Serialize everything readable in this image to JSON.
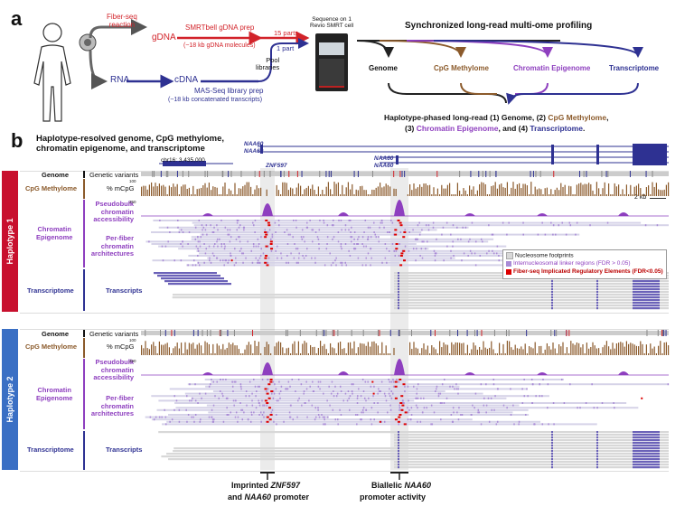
{
  "panel_a": {
    "letter": "a",
    "fiberseq": "Fiber-seq\nreaction",
    "gdna": "gDNA",
    "smrtbell": "SMRTbell gDNA prep",
    "smrtbell_sub": "(~18 kb gDNA molecules)",
    "parts15": "15 parts",
    "part1": "1 part",
    "rna": "RNA",
    "cdna": "cDNA",
    "pool": "Pool\nlibraries",
    "masseq": "MAS-Seq library prep",
    "masseq_sub": "(~18 kb concatenated transcripts)",
    "sequence": "Sequence on 1\nRevio SMRT cell",
    "sync_title": "Synchronized long-read multi-ome profiling",
    "outputs": [
      "Genome",
      "CpG Methylome",
      "Chromatin Epigenome",
      "Transcriptome"
    ],
    "summary_1": "Haplotype-phased long-read (1) Genome, (2) ",
    "summary_cpg": "CpG Methylome",
    "summary_2": ",",
    "summary_3": "(3) ",
    "summary_chrom": "Chromatin Epigenome",
    "summary_4": ", and (4) ",
    "summary_tx": "Transcriptome",
    "summary_end": "."
  },
  "panel_b": {
    "letter": "b",
    "title": "Haplotype-resolved genome, CpG methylome,\nchromatin epigenome, and transcriptome",
    "coord": "chr16: 3,435,000",
    "genes": [
      "NAA60",
      "NAA60",
      "ZNF597",
      "NAA60",
      "NAA60"
    ],
    "scale": "2 kb",
    "hap1": "Haplotype 1",
    "hap2": "Haplotype 2",
    "rows": {
      "genome": "Genome",
      "cpg": "CpG Methylome",
      "chrom": "Chromatin\nEpigenome",
      "tx": "Transcriptome"
    },
    "tracks": {
      "variants": "Genetic variants",
      "mcpg": "% mCpG",
      "pseudobulk": "Pseudobulk\nchromatin\naccessibility",
      "perfiber": "Per-fiber\nchromatin\narchitectures",
      "transcripts": "Transcripts"
    },
    "axis_100": "100",
    "axis_0": "0",
    "axis_250": "250",
    "legend": [
      "Nucleosome footprints",
      "Internucleosomal linker regions (FDR > 0.05)",
      "Fiber-seq Implicated Regulatory Elements (FDR<0.05)"
    ],
    "annot_left_1": "Imprinted ",
    "annot_left_gene": "ZNF597",
    "annot_left_2": "and ",
    "annot_left_gene2": "NAA60",
    "annot_left_3": " promoter",
    "annot_right_1": "Biallelic ",
    "annot_right_gene": "NAA60",
    "annot_right_2": "promoter activity"
  },
  "colors": {
    "red": "#d2232a",
    "navy": "#2e3192",
    "brown": "#8b5a2b",
    "purple": "#8e3fbf",
    "hap1": "#c8102e",
    "hap2": "#3a6fc4"
  }
}
